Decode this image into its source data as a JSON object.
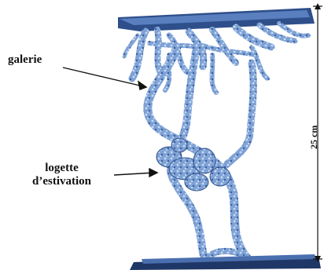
{
  "labels": {
    "galerie": "galerie",
    "logette_line1": "logette",
    "logette_line2": "d’estivation",
    "scale": "25 cm"
  },
  "colors": {
    "burrow_fill": "#7ea2d6",
    "burrow_dark": "#2e4f8a",
    "burrow_light": "#c9dbf2",
    "base_plate": "#1f3766",
    "annotation": "#111111"
  }
}
